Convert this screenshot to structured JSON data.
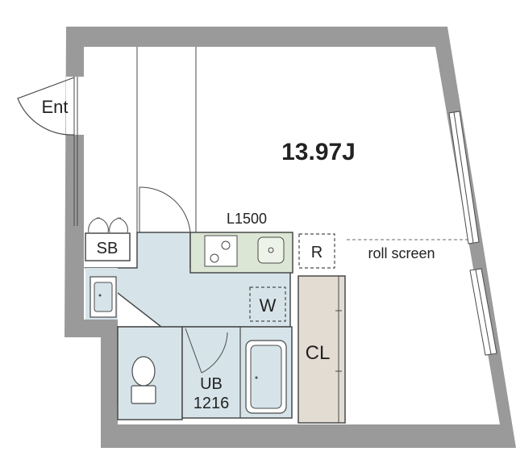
{
  "plan": {
    "area_label": "13.97J",
    "entrance_label": "Ent",
    "shoe_box_label": "SB",
    "kitchen_label": "L1500",
    "fridge_label": "R",
    "washer_label": "W",
    "closet_label": "CL",
    "bath_label_1": "UB",
    "bath_label_2": "1216",
    "screen_label": "roll screen"
  },
  "colors": {
    "wall": "#9a9a9a",
    "wet_area": "#d6e4ea",
    "kitchen": "#dce6d4",
    "closet": "#e2dcd3",
    "line": "#4a4a4a"
  }
}
